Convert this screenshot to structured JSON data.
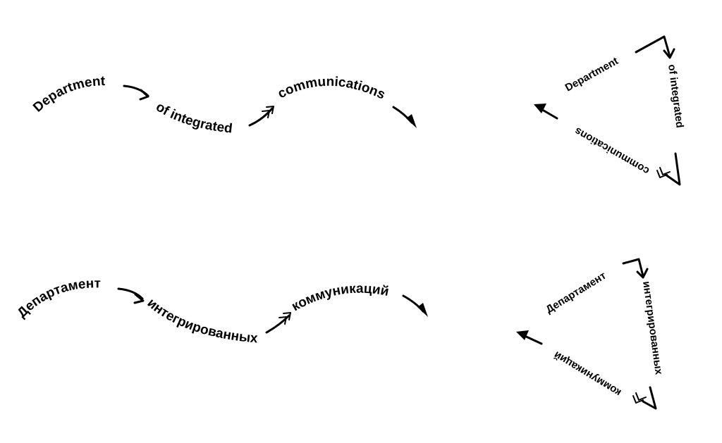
{
  "english": {
    "word1": "Department",
    "word2": "of integrated",
    "word3": "communications"
  },
  "russian": {
    "word1": "Департамент",
    "word2": "интегрированных",
    "word3": "коммуникаций"
  }
}
